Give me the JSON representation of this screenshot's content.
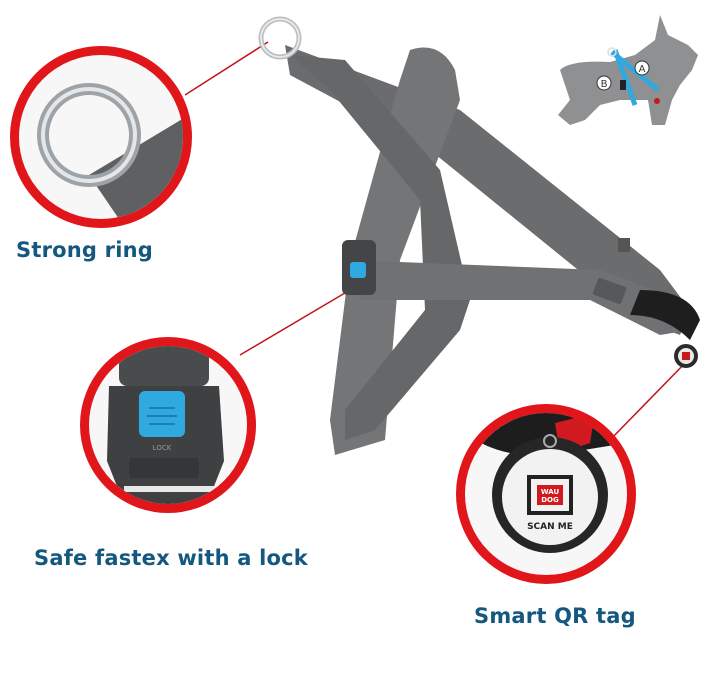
{
  "features": [
    {
      "id": "ring",
      "label": "Strong ring"
    },
    {
      "id": "fastex",
      "label": "Safe fastex with a lock"
    },
    {
      "id": "qr",
      "label": "Smart QR tag"
    }
  ],
  "buckle": {
    "lock_text": "LOCK"
  },
  "tag": {
    "brand_line1": "WAU",
    "brand_line2": "DOG",
    "scan_text": "SCAN ME"
  },
  "diagram": {
    "label_a": "A",
    "label_b": "B"
  },
  "colors": {
    "accent_red": "#e0161b",
    "caption_blue": "#14587f",
    "strap_gray": "#6b6c6e",
    "buckle_blue": "#2fa9e0"
  }
}
